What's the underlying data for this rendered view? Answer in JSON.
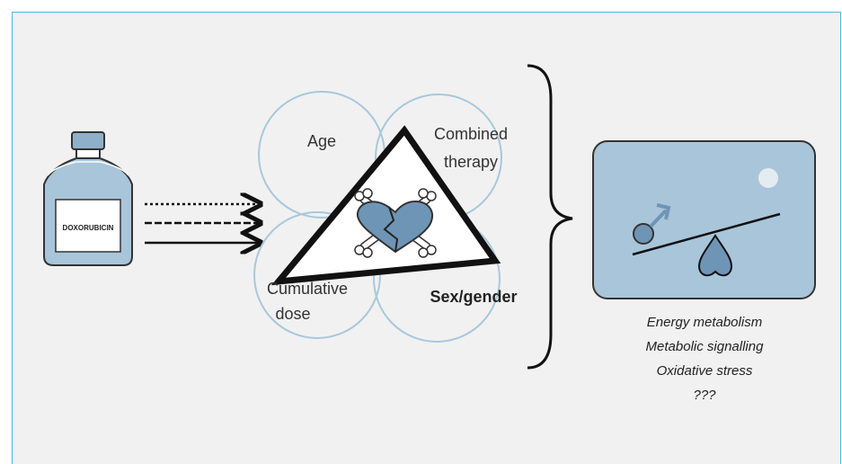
{
  "bottle": {
    "label": "DOXORUBICIN"
  },
  "venn": {
    "age": "Age",
    "combined_line1": "Combined",
    "combined_line2": "therapy",
    "cumulative_line1": "Cumulative",
    "cumulative_line2": "dose",
    "sex_gender": "Sex/gender"
  },
  "factors": [
    "Energy metabolism",
    "Metabolic signalling",
    "Oxidative stress",
    "???"
  ],
  "colors": {
    "frame_border": "#4fb6d6",
    "background": "#f1f1f1",
    "bottle_fill": "#a9c5da",
    "circle_stroke": "#a8c8dc",
    "heart_fill": "#6f95b6",
    "panel_fill": "#a9c5da"
  }
}
